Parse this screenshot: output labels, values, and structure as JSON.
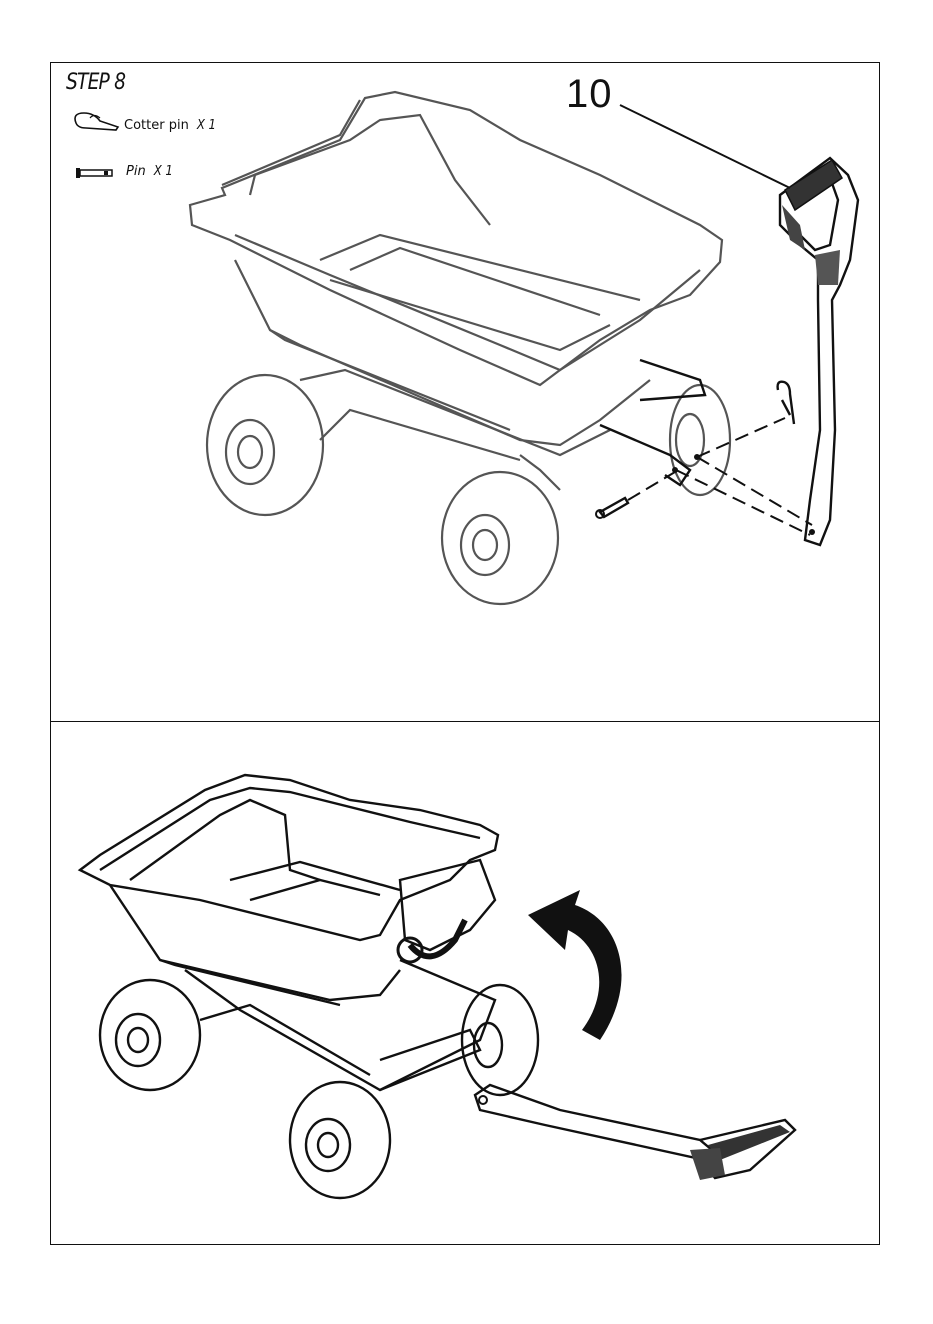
{
  "step": {
    "title": "STEP 8"
  },
  "parts": [
    {
      "name": "Cotter pin",
      "qty": "X 1"
    },
    {
      "name": "Pin",
      "qty": "X 1"
    }
  ],
  "callout": {
    "number": "10"
  },
  "icons": [
    "cotter-pin-icon",
    "pin-icon",
    "rotate-arrow-icon"
  ]
}
